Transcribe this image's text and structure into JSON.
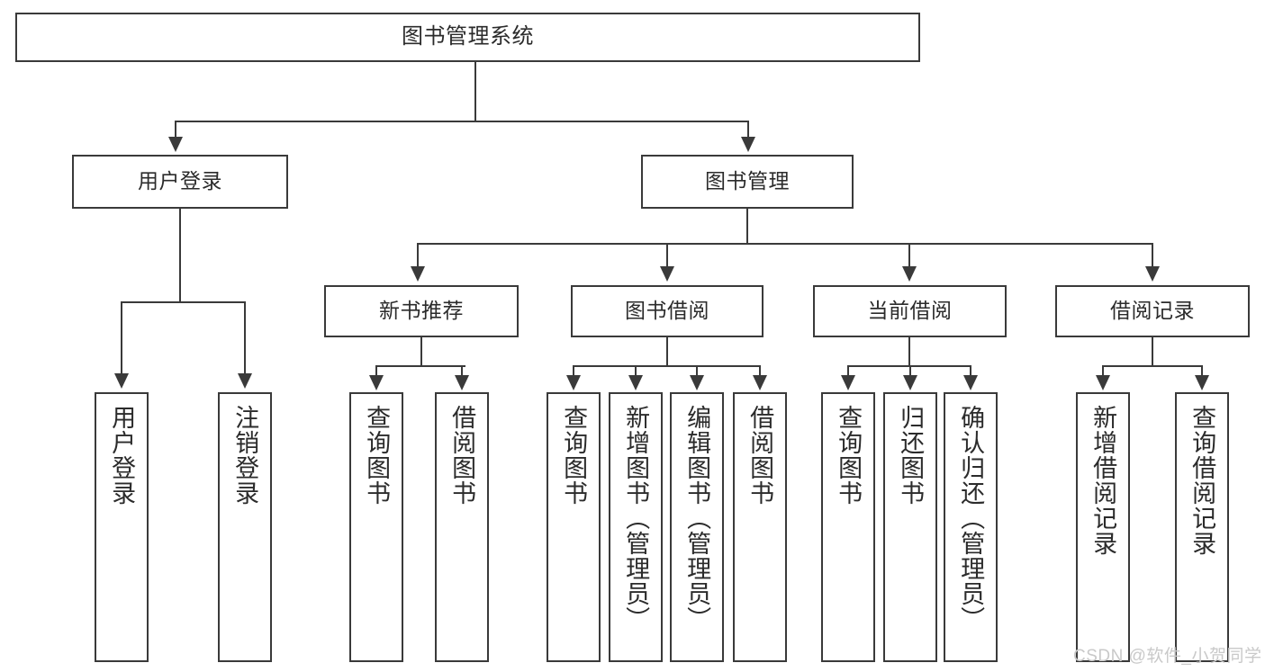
{
  "diagram": {
    "title": "图书管理系统",
    "type": "tree",
    "root": {
      "label": "图书管理系统"
    },
    "level2": [
      {
        "id": "user-login",
        "label": "用户登录"
      },
      {
        "id": "book-management",
        "label": "图书管理"
      }
    ],
    "level3": [
      {
        "id": "new-book-recommend",
        "label": "新书推荐",
        "parent": "book-management"
      },
      {
        "id": "book-borrow",
        "label": "图书借阅",
        "parent": "book-management"
      },
      {
        "id": "current-borrow",
        "label": "当前借阅",
        "parent": "book-management"
      },
      {
        "id": "borrow-record",
        "label": "借阅记录",
        "parent": "book-management"
      }
    ],
    "leaves": [
      {
        "id": "leaf-user-login",
        "label": "用户登录",
        "parent": "user-login"
      },
      {
        "id": "leaf-logout-login",
        "label": "注销登录",
        "parent": "user-login"
      },
      {
        "id": "leaf-query-book-1",
        "label": "查询图书",
        "parent": "new-book-recommend"
      },
      {
        "id": "leaf-borrow-book-1",
        "label": "借阅图书",
        "parent": "new-book-recommend"
      },
      {
        "id": "leaf-query-book-2",
        "label": "查询图书",
        "parent": "book-borrow"
      },
      {
        "id": "leaf-add-book",
        "label": "新增图书（管理员）",
        "parent": "book-borrow"
      },
      {
        "id": "leaf-edit-book",
        "label": "编辑图书（管理员）",
        "parent": "book-borrow"
      },
      {
        "id": "leaf-borrow-book-2",
        "label": "借阅图书",
        "parent": "book-borrow"
      },
      {
        "id": "leaf-query-book-3",
        "label": "查询图书",
        "parent": "current-borrow"
      },
      {
        "id": "leaf-return-book",
        "label": "归还图书",
        "parent": "current-borrow"
      },
      {
        "id": "leaf-confirm-return",
        "label": "确认归还（管理员）",
        "parent": "current-borrow"
      },
      {
        "id": "leaf-add-record",
        "label": "新增借阅记录",
        "parent": "borrow-record"
      },
      {
        "id": "leaf-query-record",
        "label": "查询借阅记录",
        "parent": "borrow-record"
      }
    ]
  },
  "watermark": {
    "text": "CSDN @软件_小贺同学"
  },
  "colors": {
    "stroke": "#3a3a3a",
    "background": "#ffffff",
    "text": "#2b2b2b",
    "watermark": "#c9c9c9"
  }
}
